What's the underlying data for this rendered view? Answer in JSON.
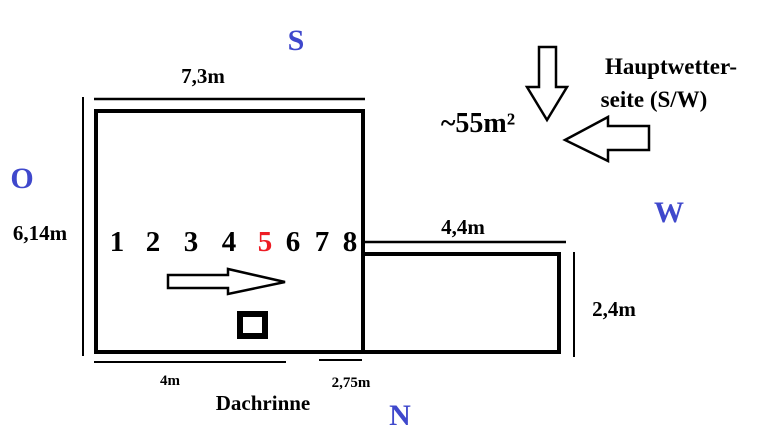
{
  "compass": {
    "south": "S",
    "north": "N",
    "east": "O",
    "west": "W",
    "color": "#3f48cc"
  },
  "dimensions": {
    "main_width": "7,3m",
    "main_height": "6,14m",
    "annex_width": "4,4m",
    "annex_height": "2,4m",
    "gutter_left": "4m",
    "gutter_right": "2,75m"
  },
  "area_label": "~55m²",
  "weather_side": {
    "line1": "Hauptwetter-",
    "line2": "seite (S/W)"
  },
  "gutter_label": "Dachrinne",
  "numbers": [
    {
      "text": "1",
      "color": "#000000"
    },
    {
      "text": "2",
      "color": "#000000"
    },
    {
      "text": "3",
      "color": "#000000"
    },
    {
      "text": "4",
      "color": "#000000"
    },
    {
      "text": "5",
      "color": "#ed1c24"
    },
    {
      "text": "6",
      "color": "#000000"
    },
    {
      "text": "7",
      "color": "#000000"
    },
    {
      "text": "8",
      "color": "#000000"
    }
  ]
}
